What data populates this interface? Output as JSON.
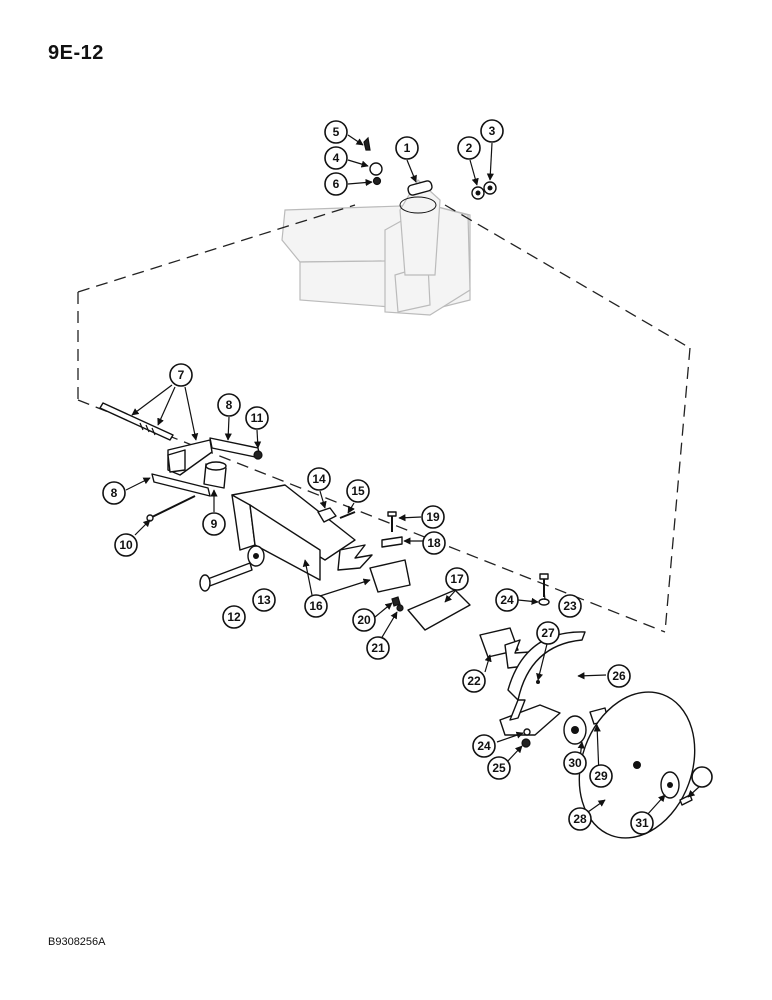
{
  "page": {
    "number": "9E-12",
    "figure_id": "B9308256A"
  },
  "callouts": [
    "1",
    "2",
    "3",
    "4",
    "5",
    "6",
    "7",
    "8",
    "8",
    "9",
    "10",
    "11",
    "12",
    "13",
    "14",
    "15",
    "16",
    "17",
    "18",
    "19",
    "20",
    "21",
    "22",
    "23",
    "24",
    "24",
    "25",
    "26",
    "27",
    "28",
    "29",
    "30",
    "31"
  ]
}
